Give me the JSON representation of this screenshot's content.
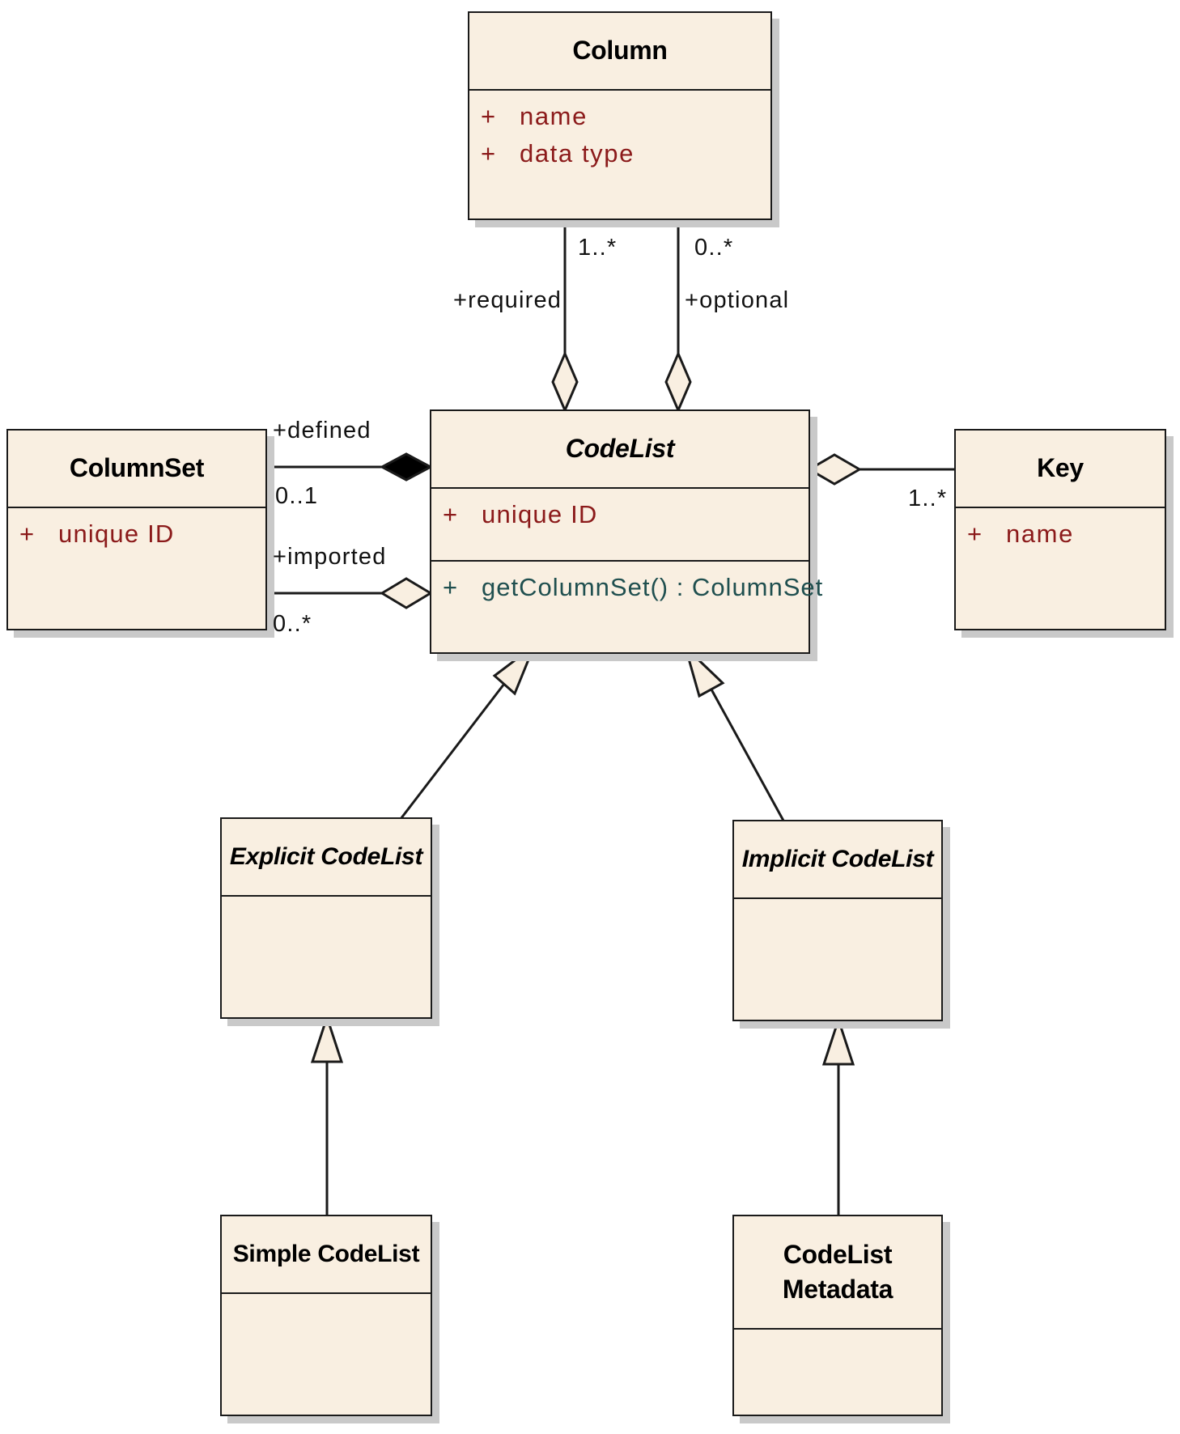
{
  "classes": {
    "column": {
      "name": "Column",
      "attrs": [
        {
          "vis": "+",
          "text": "name"
        },
        {
          "vis": "+",
          "text": "data type"
        }
      ]
    },
    "codelist": {
      "name": "CodeList",
      "attrs": [
        {
          "vis": "+",
          "text": "unique ID"
        }
      ],
      "ops": [
        {
          "vis": "+",
          "text": "getColumnSet() : ColumnSet"
        }
      ]
    },
    "columnset": {
      "name": "ColumnSet",
      "attrs": [
        {
          "vis": "+",
          "text": "unique ID"
        }
      ]
    },
    "key": {
      "name": "Key",
      "attrs": [
        {
          "vis": "+",
          "text": "name"
        }
      ]
    },
    "explicit": {
      "name": "Explicit CodeList"
    },
    "implicit": {
      "name": "Implicit CodeList"
    },
    "simple": {
      "name": "Simple CodeList"
    },
    "metadata": {
      "name_line1": "CodeList",
      "name_line2": "Metadata"
    }
  },
  "associations": {
    "required": {
      "role": "+required",
      "multiplicity": "1..*"
    },
    "optional": {
      "role": "+optional",
      "multiplicity": "0..*"
    },
    "defined": {
      "role": "+defined",
      "multiplicity": "0..1"
    },
    "imported": {
      "role": "+imported",
      "multiplicity": "0..*"
    },
    "key": {
      "multiplicity": "1..*"
    }
  },
  "colors": {
    "fill": "#f9efe1",
    "line": "#1a1a1a",
    "attribute_text": "#8b1a1a",
    "operation_text": "#1f4f4f",
    "shadow": "#c9c9c9"
  }
}
